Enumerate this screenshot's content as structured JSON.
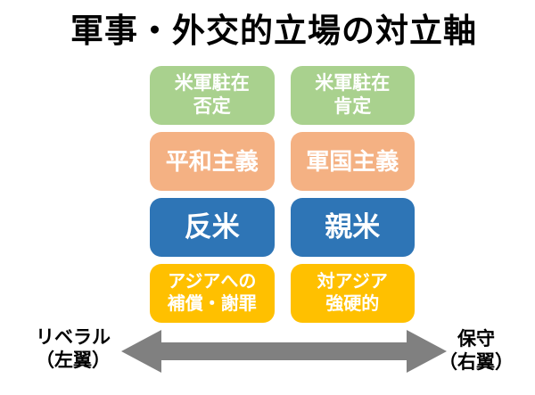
{
  "title": "軍事・外交的立場の対立軸",
  "colors": {
    "green": "#A9D18E",
    "orange": "#F4B183",
    "blue": "#2E75B6",
    "yellow": "#FFC000",
    "arrow_gray": "#808080",
    "box_text": "#FFFFFF",
    "label_text": "#000000"
  },
  "rows": [
    {
      "color": "green",
      "left": {
        "line1": "米軍駐在",
        "line2": "否定"
      },
      "right": {
        "line1": "米軍駐在",
        "line2": "肯定"
      }
    },
    {
      "color": "orange",
      "left": {
        "line1": "平和主義"
      },
      "right": {
        "line1": "軍国主義"
      }
    },
    {
      "color": "blue",
      "left": {
        "line1": "反米"
      },
      "right": {
        "line1": "親米"
      }
    },
    {
      "color": "yellow",
      "left": {
        "line1": "アジアへの",
        "line2": "補償・謝罪"
      },
      "right": {
        "line1": "対アジア",
        "line2": "強硬的"
      }
    }
  ],
  "axis": {
    "left_label": {
      "line1": "リベラル",
      "line2": "（左翼）"
    },
    "right_label": {
      "line1": "保守",
      "line2": "（右翼）"
    }
  }
}
